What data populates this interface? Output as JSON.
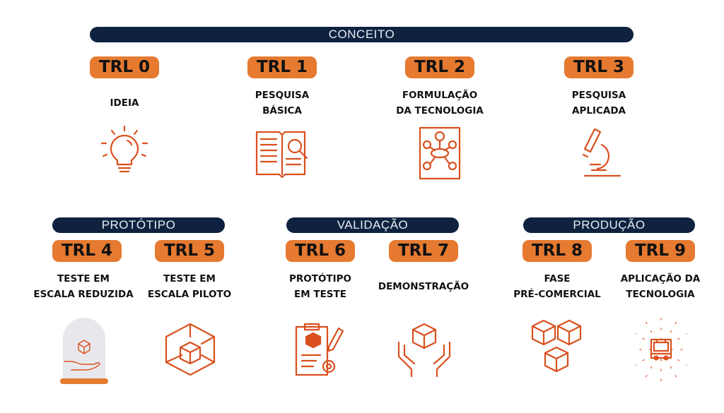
{
  "groups": {
    "conceito": "CONCEITO",
    "prototipo": "PROTÓTIPO",
    "validacao": "VALIDAÇÃO",
    "producao": "PRODUÇÃO"
  },
  "levels": [
    {
      "trl": "TRL 0",
      "label": [
        "IDEIA"
      ],
      "icon": "lightbulb-icon"
    },
    {
      "trl": "TRL 1",
      "label": [
        "PESQUISA",
        "BÁSICA"
      ],
      "icon": "book-magnifier-icon"
    },
    {
      "trl": "TRL 2",
      "label": [
        "FORMULAÇÃO",
        "DA TECNOLOGIA"
      ],
      "icon": "diagram-document-icon"
    },
    {
      "trl": "TRL 3",
      "label": [
        "PESQUISA",
        "APLICADA"
      ],
      "icon": "microscope-icon"
    },
    {
      "trl": "TRL 4",
      "label": [
        "TESTE EM",
        "ESCALA REDUZIDA"
      ],
      "icon": "glass-dome-hand-icon"
    },
    {
      "trl": "TRL 5",
      "label": [
        "TESTE EM",
        "ESCALA PILOTO"
      ],
      "icon": "cube-in-room-icon"
    },
    {
      "trl": "TRL 6",
      "label": [
        "PROTÓTIPO",
        "EM TESTE"
      ],
      "icon": "clipboard-gear-icon"
    },
    {
      "trl": "TRL 7",
      "label": [
        "DEMONSTRAÇÃO"
      ],
      "icon": "hands-box-icon"
    },
    {
      "trl": "TRL 8",
      "label": [
        "FASE",
        "PRÉ-COMERCIAL"
      ],
      "icon": "boxes-icon"
    },
    {
      "trl": "TRL 9",
      "label": [
        "APLICAÇÃO DA",
        "TECNOLOGIA"
      ],
      "icon": "cart-arrows-icon"
    }
  ],
  "colors": {
    "navy": "#0e2240",
    "pill": "#e57a30",
    "icon": "#d9501e"
  }
}
